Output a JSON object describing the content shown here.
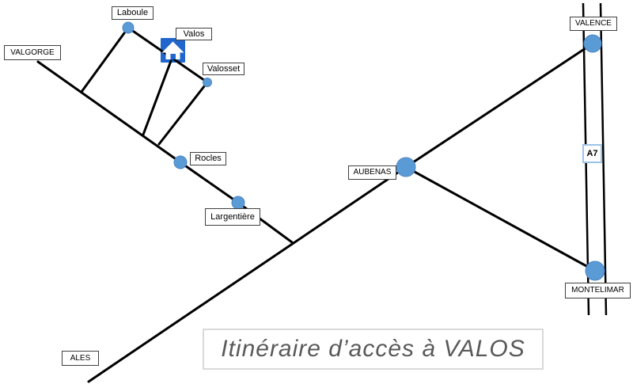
{
  "title": "Itinéraire d’accès à VALOS",
  "places": {
    "laboule": "Laboule",
    "valos": "Valos",
    "valgorge": "VALGORGE",
    "valosset": "Valosset",
    "rocles": "Rocles",
    "largentiere": "Largentière",
    "aubenas": "AUBENAS",
    "ales": "ALES",
    "valence": "VALENCE",
    "montelimar": "MONTELIMAR"
  },
  "highway": {
    "label": "A7"
  },
  "markers": {
    "valos_icon": "home-icon",
    "dot_color": "#5b9bd5",
    "home_square_color": "#2166cc"
  },
  "roads": [
    {
      "id": "main-road",
      "connects": [
        "VALGORGE",
        "Rocles",
        "Largentière",
        "Ales-Aubenas road"
      ]
    },
    {
      "id": "laboule-branch",
      "connects": [
        "Laboule",
        "main road"
      ]
    },
    {
      "id": "ridge-road",
      "connects": [
        "Laboule",
        "Valos",
        "Valosset"
      ]
    },
    {
      "id": "valos-branch",
      "connects": [
        "Valos",
        "main road"
      ]
    },
    {
      "id": "valosset-branch",
      "connects": [
        "Valosset",
        "main road"
      ]
    },
    {
      "id": "ales-valence-road",
      "connects": [
        "ALES",
        "AUBENAS",
        "VALENCE"
      ]
    },
    {
      "id": "aubenas-montelimar-road",
      "connects": [
        "AUBENAS",
        "MONTELIMAR"
      ]
    },
    {
      "id": "a7-highway",
      "connects": [
        "VALENCE",
        "MONTELIMAR"
      ]
    }
  ],
  "colors": {
    "road": "#000000",
    "a7_box_border": "#9dc3e6",
    "title_text": "#595959",
    "label_border": "#3f3f3f"
  }
}
